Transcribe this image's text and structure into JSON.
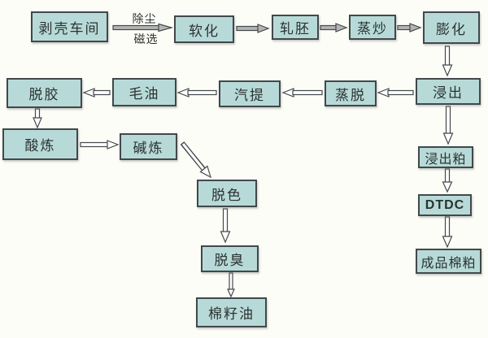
{
  "diagram": {
    "type": "flowchart",
    "description": "cottonseed oil processing flow",
    "colors": {
      "box_fill": "#b7dad8",
      "box_border": "#41484a",
      "background": "#fdfdf7",
      "text": "#2b3231",
      "arrow_gray_fill": "#b5b5b5",
      "arrow_hollow_fill": "#ffffff"
    },
    "nodes": {
      "shelling": "剥壳车间",
      "softening": "软化",
      "flaking": "轧胚",
      "steaming": "蒸炒",
      "extrusion": "膨化",
      "extraction": "浸出",
      "desolventizing": "蒸脱",
      "stripping": "汽提",
      "crude_oil": "毛油",
      "degumming": "脱胶",
      "acid_refining": "酸炼",
      "alkali_refining": "碱炼",
      "bleaching": "脱色",
      "deodorizing": "脱臭",
      "cottonseed_oil": "棉籽油",
      "extracted_meal": "浸出粕",
      "dtdc": "DTDC",
      "finished_meal": "成品棉粕"
    },
    "edge_labels": {
      "dust_removal": "除尘",
      "magnetic_separation": "磁选"
    }
  }
}
